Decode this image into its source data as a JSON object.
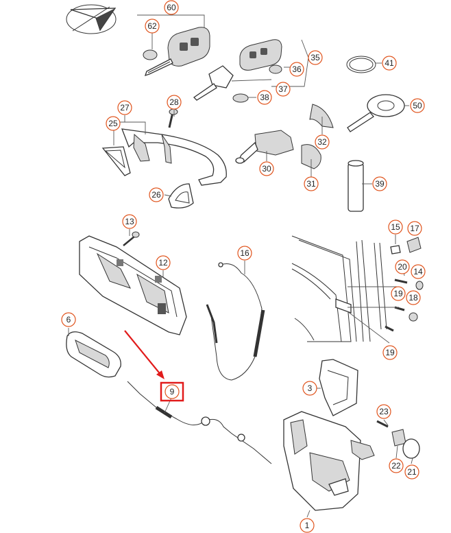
{
  "diagram": {
    "callouts": [
      {
        "label": "60"
      },
      {
        "label": "62"
      },
      {
        "label": "35"
      },
      {
        "label": "36"
      },
      {
        "label": "37"
      },
      {
        "label": "38"
      },
      {
        "label": "41"
      },
      {
        "label": "50"
      },
      {
        "label": "27"
      },
      {
        "label": "25"
      },
      {
        "label": "28"
      },
      {
        "label": "26"
      },
      {
        "label": "30"
      },
      {
        "label": "32"
      },
      {
        "label": "31"
      },
      {
        "label": "39"
      },
      {
        "label": "13"
      },
      {
        "label": "12"
      },
      {
        "label": "16"
      },
      {
        "label": "15"
      },
      {
        "label": "17"
      },
      {
        "label": "20"
      },
      {
        "label": "14"
      },
      {
        "label": "19"
      },
      {
        "label": "18"
      },
      {
        "label": "19"
      },
      {
        "label": "6"
      },
      {
        "label": "9"
      },
      {
        "label": "3"
      },
      {
        "label": "23"
      },
      {
        "label": "22"
      },
      {
        "label": "21"
      },
      {
        "label": "1"
      }
    ],
    "highlighted_label": "9"
  },
  "colors": {
    "callout_stroke": "#e0531c",
    "highlight": "#e11b1b",
    "line": "#333333"
  }
}
